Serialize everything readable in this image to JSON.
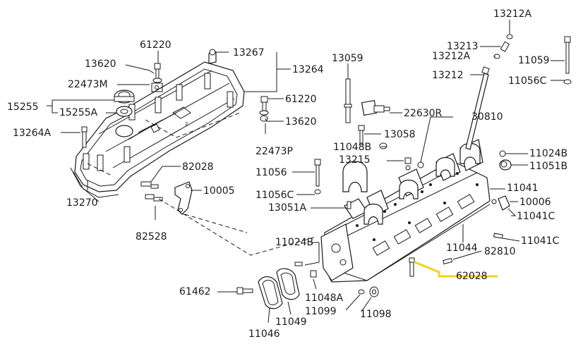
{
  "highlight_color": "#f5d21c",
  "part_numbers": {
    "p13212A_top": "13212A",
    "p13213": "13213",
    "p13212A": "13212A",
    "p11059": "11059",
    "p13212": "13212",
    "p11056C_top": "11056C",
    "p61220_top": "61220",
    "p13267": "13267",
    "p13620_top": "13620",
    "p13264": "13264",
    "p13059": "13059",
    "p22473M": "22473M",
    "p15255": "15255",
    "p15255A": "15255A",
    "p61220_mid": "61220",
    "p13620_mid": "13620",
    "p22630R": "22630R",
    "p30810": "30810",
    "p13264A": "13264A",
    "p13058": "13058",
    "p22473P": "22473P",
    "p11048B": "11048B",
    "p11024B_right": "11024B",
    "p13215": "13215",
    "p11051B": "11051B",
    "p82028": "82028",
    "p11056": "11056",
    "p10005": "10005",
    "p11041": "11041",
    "p11056C": "11056C",
    "p10006": "10006",
    "p13270": "13270",
    "p13051A": "13051A",
    "p11041C_right": "11041C",
    "p82528": "82528",
    "p11024B_left": "11024B",
    "p11044": "11044",
    "p11041C_low": "11041C",
    "p82810": "82810",
    "p62028": "62028",
    "p61462": "61462",
    "p11048A": "11048A",
    "p11099": "11099",
    "p11098": "11098",
    "p11046": "11046",
    "p11049": "11049"
  }
}
